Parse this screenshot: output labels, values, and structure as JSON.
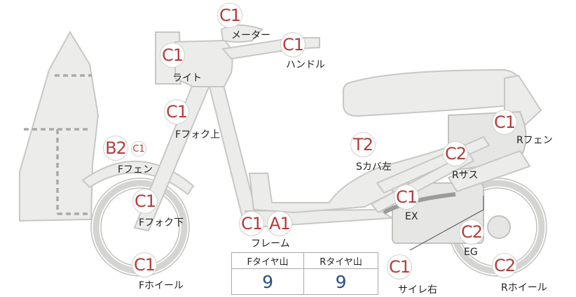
{
  "parts": [
    {
      "id": "meter",
      "grade": "C1",
      "label": "メーター"
    },
    {
      "id": "handle",
      "grade": "C1",
      "label": "ハンドル"
    },
    {
      "id": "light",
      "grade": "C1",
      "label": "ライト"
    },
    {
      "id": "fork-upper",
      "grade": "C1",
      "label": "Fフォク上"
    },
    {
      "id": "front-fender",
      "grade": "B2",
      "sub_grade": "C1",
      "label": "Fフェン"
    },
    {
      "id": "fork-lower",
      "grade": "C1",
      "label": "Fフォク下"
    },
    {
      "id": "front-wheel",
      "grade": "C1",
      "label": "Fホイール"
    },
    {
      "id": "frame",
      "grade": "C1",
      "sub_grade": "A1",
      "label": "フレーム"
    },
    {
      "id": "side-cover-left",
      "grade": "T2",
      "label": "Sカバ左"
    },
    {
      "id": "rear-suspension",
      "grade": "C2",
      "label": "Rサス"
    },
    {
      "id": "rear-fender",
      "grade": "C1",
      "label": "Rフェン"
    },
    {
      "id": "exhaust",
      "grade": "C1",
      "label": "EX"
    },
    {
      "id": "engine",
      "grade": "C2",
      "label": "EG"
    },
    {
      "id": "rear-wheel",
      "grade": "C2",
      "label": "Rホイール"
    },
    {
      "id": "muffler-right",
      "grade": "C1",
      "label": "サイレ右"
    }
  ],
  "tire_table": {
    "front_header": "Fタイヤ山",
    "rear_header": "Rタイヤ山",
    "front_value": "9",
    "rear_value": "9"
  },
  "colors": {
    "grade_text": "#b43c3c",
    "tire_value": "#2d4f86",
    "body_fill": "#ececea",
    "outline": "#c7c7c5"
  }
}
